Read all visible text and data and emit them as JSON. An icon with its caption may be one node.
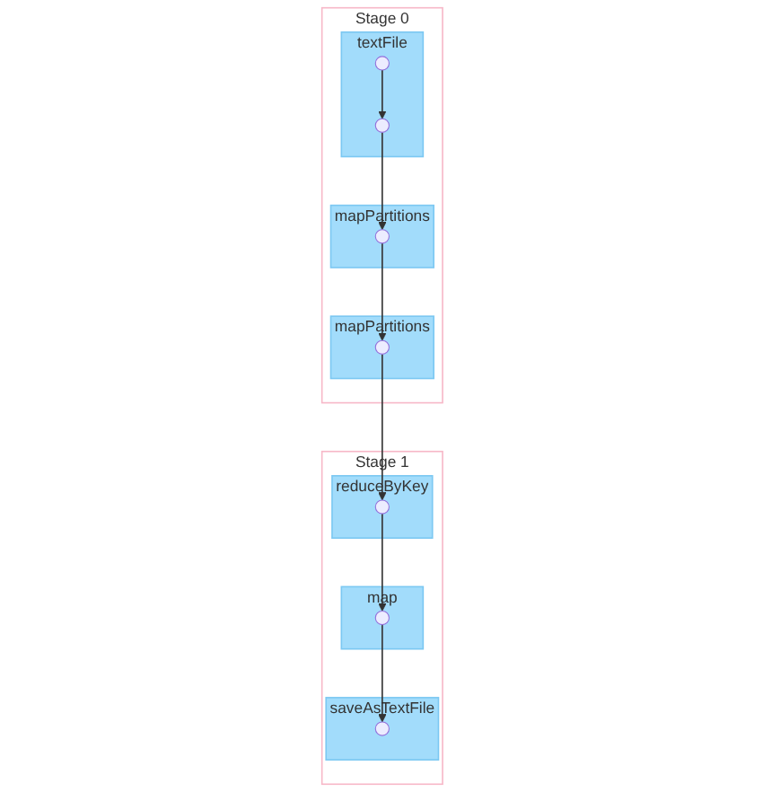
{
  "diagram": {
    "nodes": [
      {
        "text": [
          "Stage 0"
        ]
      },
      {
        "text": [
          "textFile"
        ],
        "in": 0
      },
      {
        "text": [],
        "shape": "circle",
        "in": 1
      },
      {
        "text": [],
        "shape": "circle",
        "in": 1
      },
      {
        "text": [
          "mapPartitions"
        ],
        "in": 0
      },
      {
        "text": [],
        "shape": "circle",
        "in": 4
      },
      {
        "text": [
          "mapPartitions"
        ],
        "in": 0
      },
      {
        "text": [],
        "shape": "circle",
        "in": 6
      },
      {
        "text": [
          "Stage 1"
        ]
      },
      {
        "text": [
          "reduceByKey"
        ],
        "in": 8
      },
      {
        "text": [],
        "shape": "circle",
        "in": 9
      },
      {
        "text": [
          "map"
        ],
        "in": 8
      },
      {
        "text": [],
        "shape": "circle",
        "in": 11
      },
      {
        "text": [
          "saveAsTextFile"
        ],
        "in": 8
      },
      {
        "text": [],
        "shape": "circle",
        "in": 13
      }
    ],
    "edges": [
      {
        "from": 2,
        "to": 3,
        "arrow": "to"
      },
      {
        "from": 3,
        "to": 5,
        "arrow": "to"
      },
      {
        "from": 5,
        "to": 7,
        "arrow": "to"
      },
      {
        "from": 7,
        "to": 10,
        "arrow": "to"
      },
      {
        "from": 10,
        "to": 12,
        "arrow": "to"
      },
      {
        "from": 12,
        "to": 14,
        "arrow": "to"
      }
    ]
  }
}
